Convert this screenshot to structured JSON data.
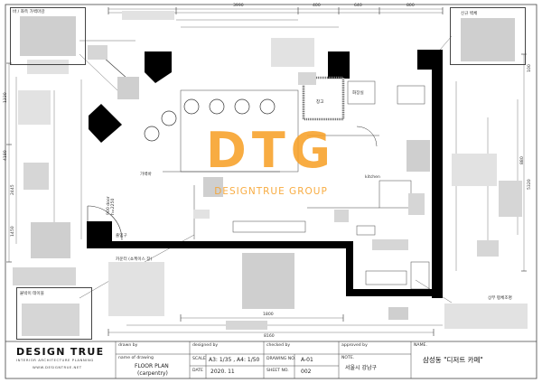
{
  "watermark": {
    "main": "DTG",
    "sub": "DESIGNTRUE GROUP"
  },
  "company": {
    "logo": "DESIGN TRUE",
    "tagline": "INTERIOR ARCHITECTURE PLANNING",
    "website": "WWW.DESIGNTRUE.NET"
  },
  "dimensions": {
    "top_main": "3990",
    "top_mid": "400",
    "top_right_a": "640",
    "top_right_b": "800",
    "bottom_total": "8160",
    "bottom_mid": "1800",
    "left_a": "1330",
    "left_b": "4180",
    "left_c": "2445",
    "left_d": "1450",
    "right_a": "100",
    "right_b": "5320",
    "right_c": "880",
    "door": "900 door\nh=2250"
  },
  "room_labels": {
    "hall": "가벽바",
    "kitchen": "kitchen",
    "storage": "창고",
    "toilet_area": "화장실",
    "counter": "카운터 (쇼케이스 장)",
    "entrance": "출입구"
  },
  "note_boxes": {
    "top_left_title": "바 / 좌측 가벽마감",
    "top_right_title": "신규 벽체",
    "bottom_left_title": "붙박이 테이블",
    "right_title": "상부 평체조명"
  },
  "title_block": {
    "drawn_by_label": "drawn by",
    "name_of_drawing_label": "name of drawing",
    "drawing_name": "FLOOR PLAN",
    "drawing_sub": "(carpentry)",
    "designed_by_label": "designed by",
    "scale_label": "SCALE",
    "scale_value": "A3: 1/35  , A4: 1/50",
    "date_label": "DATE",
    "date_value": "2020. 11",
    "checked_by_label": "checked by",
    "drawing_no_label": "DRAWING NO.",
    "drawing_no_value": "A-01",
    "sheet_no_label": "SHEET NO.",
    "sheet_no_value": "002",
    "approved_by_label": "approved by",
    "note_label": "NOTE.",
    "note_value": "서울시 강남구",
    "name_label": "NAME.",
    "project_name": "삼성동 \"디저트 카페\""
  },
  "colors": {
    "wall": "#000000",
    "line": "#333333",
    "watermark": "#f7a028",
    "blur": "#cfcfcf"
  }
}
